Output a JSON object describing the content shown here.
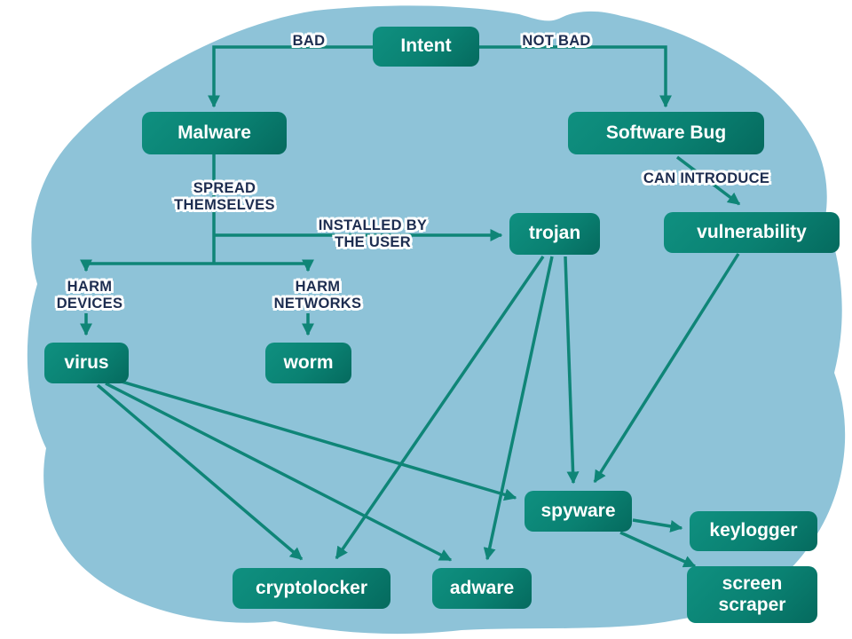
{
  "colors": {
    "page_background": "#ffffff",
    "blob_background": "#8ec3d8",
    "node_fill_start": "#0f9080",
    "node_fill_end": "#056a5e",
    "node_text": "#ffffff",
    "arrow": "#0f8577",
    "edge_label_text": "#1d2d50",
    "edge_label_halo": "#ffffff"
  },
  "nodes": {
    "intent": "Intent",
    "malware": "Malware",
    "software_bug": "Software Bug",
    "trojan": "trojan",
    "vulnerability": "vulnerability",
    "virus": "virus",
    "worm": "worm",
    "spyware": "spyware",
    "keylogger": "keylogger",
    "cryptolocker": "cryptolocker",
    "adware": "adware",
    "screen_scraper": "screen scraper"
  },
  "edge_labels": {
    "bad": "BAD",
    "not_bad": "NOT BAD",
    "spread_themselves": "SPREAD THEMSELVES",
    "installed_by_the_user": "INSTALLED BY THE USER",
    "can_introduce": "CAN INTRODUCE",
    "harm_devices": "HARM DEVICES",
    "harm_networks": "HARM NETWORKS"
  },
  "edges": [
    {
      "from": "intent",
      "to": "malware",
      "label": "BAD"
    },
    {
      "from": "intent",
      "to": "software_bug",
      "label": "NOT BAD"
    },
    {
      "from": "malware",
      "to": "trojan",
      "label": "INSTALLED BY THE USER"
    },
    {
      "from": "malware",
      "to": "virus",
      "label": "SPREAD THEMSELVES, HARM DEVICES"
    },
    {
      "from": "malware",
      "to": "worm",
      "label": "SPREAD THEMSELVES, HARM NETWORKS"
    },
    {
      "from": "software_bug",
      "to": "vulnerability",
      "label": "CAN INTRODUCE"
    },
    {
      "from": "virus",
      "to": "cryptolocker",
      "label": ""
    },
    {
      "from": "virus",
      "to": "adware",
      "label": ""
    },
    {
      "from": "virus",
      "to": "spyware",
      "label": ""
    },
    {
      "from": "trojan",
      "to": "cryptolocker",
      "label": ""
    },
    {
      "from": "trojan",
      "to": "adware",
      "label": ""
    },
    {
      "from": "trojan",
      "to": "spyware",
      "label": ""
    },
    {
      "from": "vulnerability",
      "to": "spyware",
      "label": ""
    },
    {
      "from": "spyware",
      "to": "keylogger",
      "label": ""
    },
    {
      "from": "spyware",
      "to": "screen_scraper",
      "label": ""
    }
  ]
}
